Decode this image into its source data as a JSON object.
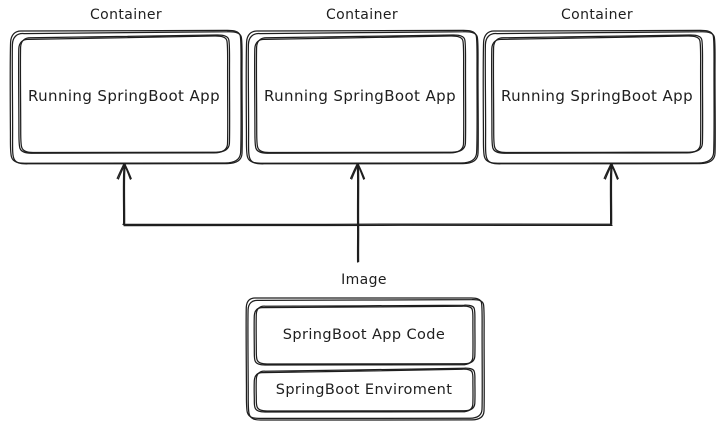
{
  "diagram": {
    "type": "architecture-sketch",
    "style": "hand-drawn",
    "colors": {
      "stroke": "#1e1e1e",
      "background": "#ffffff",
      "text": "#1e1e1e"
    },
    "containers": [
      {
        "title": "Container",
        "body": "Running SpringBoot App"
      },
      {
        "title": "Container",
        "body": "Running SpringBoot App"
      },
      {
        "title": "Container",
        "body": "Running SpringBoot App"
      }
    ],
    "image": {
      "title": "Image",
      "layers": [
        "SpringBoot App Code",
        "SpringBoot Enviroment"
      ]
    },
    "connectors": {
      "description": "arrows from Image up to each Container",
      "count": 3
    }
  }
}
